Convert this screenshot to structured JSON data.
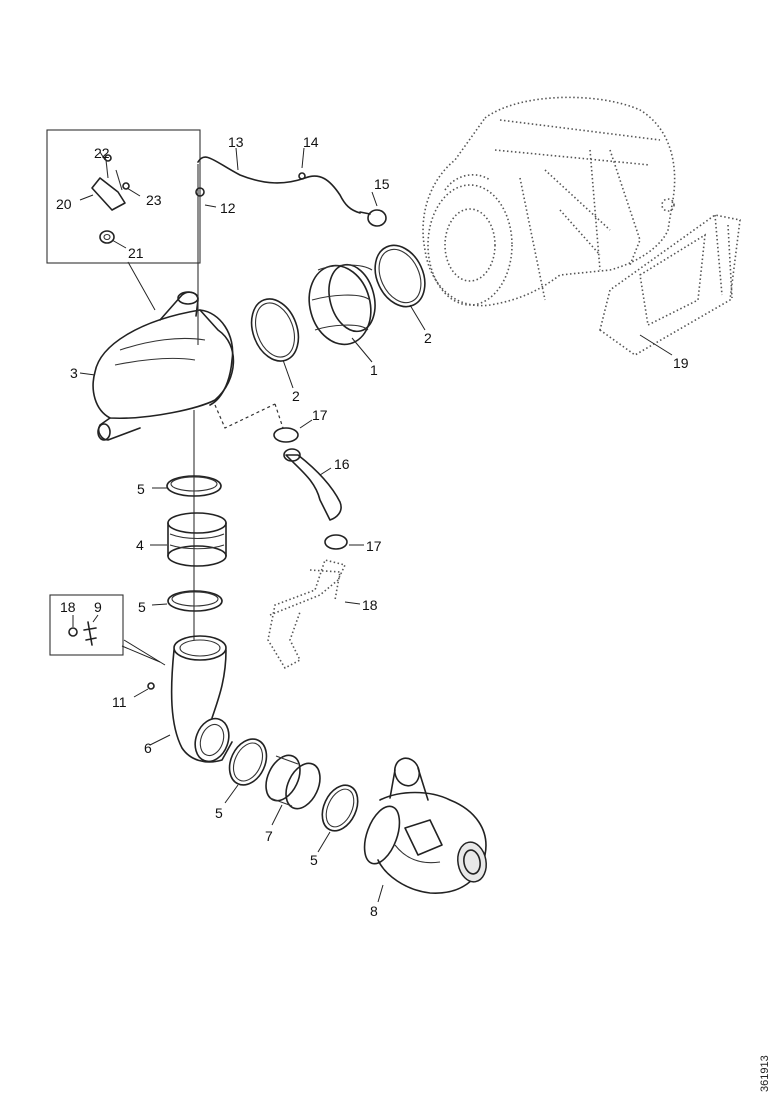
{
  "diagram": {
    "callouts": {
      "c1": "1",
      "c2a": "2",
      "c2b": "2",
      "c3": "3",
      "c4": "4",
      "c5a": "5",
      "c5b": "5",
      "c5c": "5",
      "c5d": "5",
      "c6": "6",
      "c7": "7",
      "c8": "8",
      "c9": "9",
      "c11": "11",
      "c12": "12",
      "c13": "13",
      "c14": "14",
      "c15": "15",
      "c16": "16",
      "c17a": "17",
      "c17b": "17",
      "c18a": "18",
      "c18b": "18",
      "c19": "19",
      "c20": "20",
      "c21": "21",
      "c22": "22",
      "c23": "23"
    },
    "figure_code": "361913"
  }
}
